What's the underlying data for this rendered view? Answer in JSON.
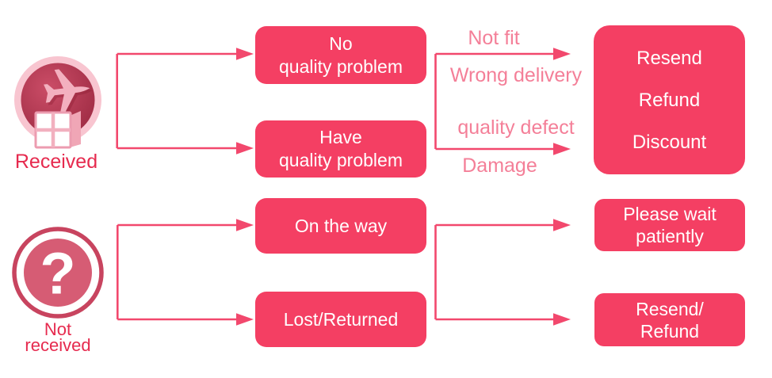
{
  "colors": {
    "box_fill": "#f43f63",
    "box_text": "#ffffff",
    "arrow": "#f2486d",
    "reason_text": "#f47f98",
    "source_label": "#e62a4e"
  },
  "sources": {
    "received": {
      "icon": "airplane-package-icon",
      "label": "Received"
    },
    "not_received": {
      "icon": "question-mark-icon",
      "label_line1": "Not",
      "label_line2": "received"
    }
  },
  "status_boxes": {
    "no_quality": {
      "line1": "No",
      "line2": "quality problem"
    },
    "have_quality": {
      "line1": "Have",
      "line2": "quality problem"
    },
    "on_the_way": {
      "line1": "On the way"
    },
    "lost_returned": {
      "line1": "Lost/Returned"
    }
  },
  "reasons": {
    "not_fit": "Not fit",
    "wrong_delivery": "Wrong delivery",
    "quality_defect": "quality defect",
    "damage": "Damage"
  },
  "outcome_boxes": {
    "received_outcome": {
      "line1": "Resend",
      "line2": "Refund",
      "line3": "Discount"
    },
    "on_the_way_outcome": {
      "line1": "Please wait",
      "line2": "patiently"
    },
    "lost_outcome": {
      "line1": "Resend/",
      "line2": "Refund"
    }
  }
}
